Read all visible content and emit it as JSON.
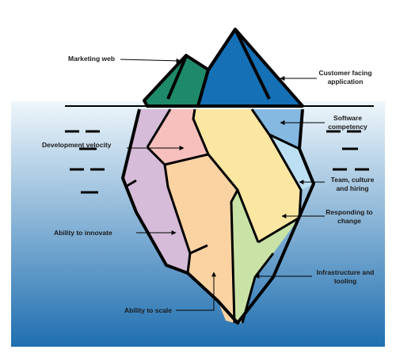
{
  "labels": {
    "marketing_web": "Marketing web",
    "customer_facing": "Customer facing application",
    "software_competency": "Software competency",
    "development_velocity": "Development velocity",
    "team_culture_hiring": "Team, culture and hiring",
    "responding_to_change": "Responding to change",
    "ability_to_innovate": "Ability to innovate",
    "infrastructure_tooling": "Infrastructure and tooling",
    "ability_to_scale": "Ability to scale"
  },
  "colors": {
    "water_top": "#eef6fb",
    "water_bottom": "#1f6fb0",
    "green_dark": "#1f8a6a",
    "blue_dark": "#1570b5",
    "pink": "#f7c0bc",
    "lavender": "#d6bcd8",
    "yellow": "#fbe6a2",
    "peach": "#fbd3a2",
    "light_green": "#c9e3a6",
    "light_blue": "#bcdff3",
    "mid_blue": "#85b9e2",
    "outline": "#000000"
  }
}
